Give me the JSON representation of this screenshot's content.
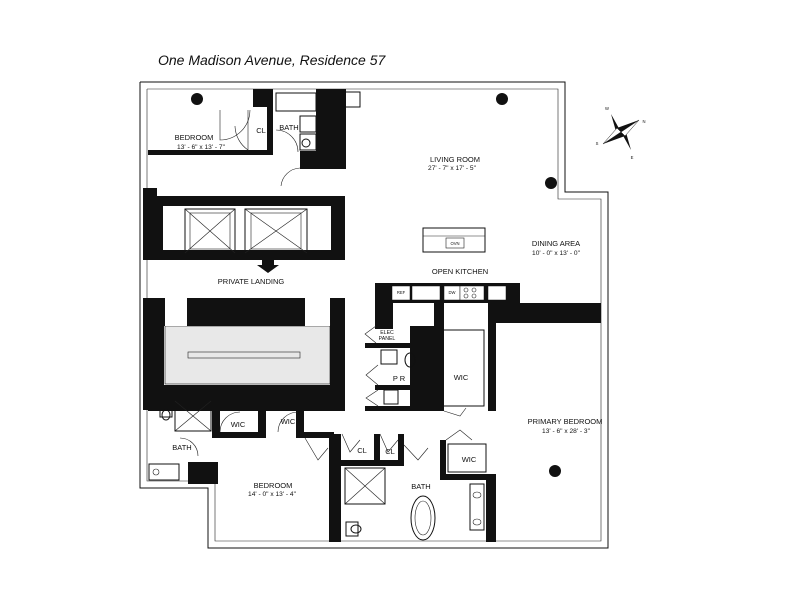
{
  "title": "One Madison Avenue, Residence 57",
  "rooms": {
    "bedroom_nw": {
      "name": "BEDROOM",
      "size": "13' - 6\" x 13' - 7\""
    },
    "living_room": {
      "name": "LIVING ROOM",
      "size": "27' - 7\" x 17' - 5\""
    },
    "dining_area": {
      "name": "DINING AREA",
      "size": "10' - 0\" x 13' - 0\""
    },
    "open_kitchen": {
      "name": "OPEN KITCHEN"
    },
    "private_landing": {
      "name": "PRIVATE LANDING"
    },
    "primary_bedroom": {
      "name": "PRIMARY BEDROOM",
      "size": "13' - 6\" x 28' - 3\""
    },
    "bedroom_sw": {
      "name": "BEDROOM",
      "size": "14' - 0\" x 13' - 4\""
    }
  },
  "labels": {
    "cl": "CL",
    "bath": "BATH",
    "wic": "WIC",
    "pr": "P R",
    "elec_panel_1": "ELEC",
    "elec_panel_2": "PANEL",
    "ovn": "OVN",
    "ref": "REF",
    "dw": "DW"
  },
  "compass": {
    "n": "N",
    "s": "S",
    "e": "E",
    "w": "W"
  },
  "colors": {
    "wall": "#111111",
    "line": "#222222",
    "background": "#ffffff"
  }
}
